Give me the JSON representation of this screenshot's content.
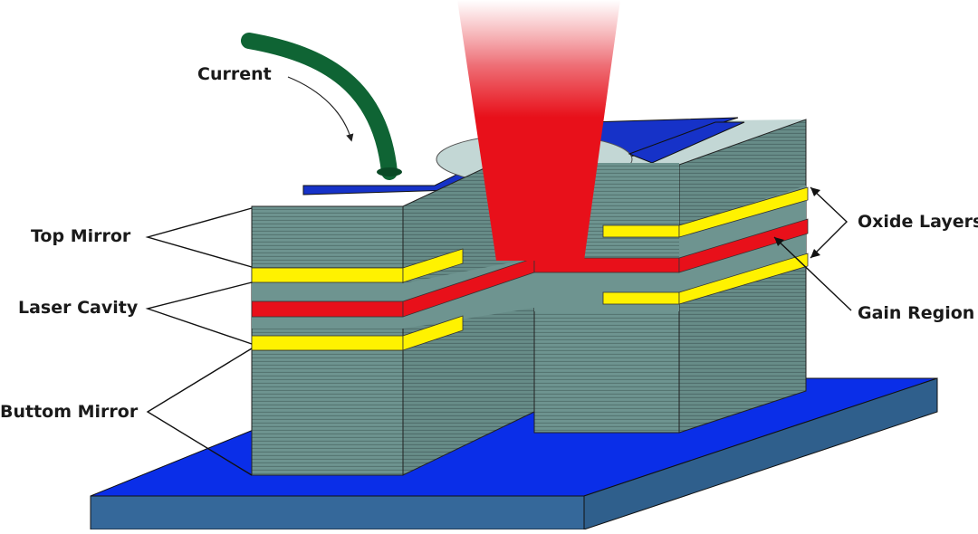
{
  "labels": {
    "current": "Current",
    "top_mirror": "Top Mirror",
    "laser_cavity": "Laser Cavity",
    "bottom_mirror": "Buttom Mirror",
    "oxide_layers": "Oxide Layers",
    "gain_region": "Gain Region"
  },
  "colors": {
    "substrate_top": "#0a2ee8",
    "substrate_side": "#35689a",
    "mirror": "#6e9490",
    "oxide": "#fff200",
    "cavity": "#e8101a",
    "laser_beam": "#e8101a",
    "contact": "#1632c8",
    "wire": "#0f6434",
    "opening": "#c3d7d5"
  },
  "icons": [
    "current-arrow-icon"
  ]
}
